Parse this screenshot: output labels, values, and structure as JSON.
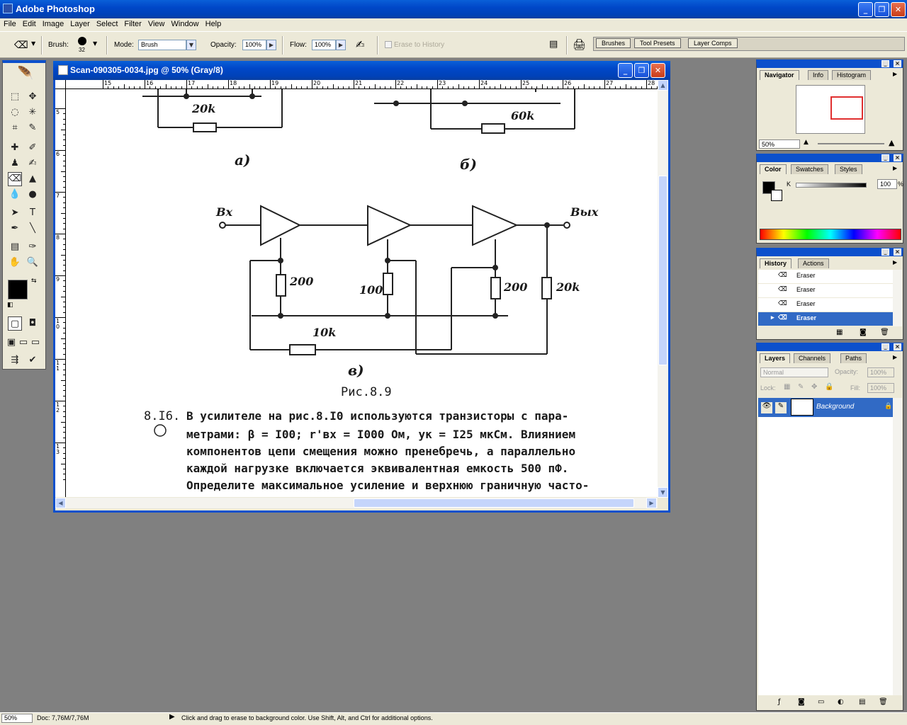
{
  "app": {
    "title": "Adobe Photoshop"
  },
  "menu": [
    "File",
    "Edit",
    "Image",
    "Layer",
    "Select",
    "Filter",
    "View",
    "Window",
    "Help"
  ],
  "options": {
    "brush_label": "Brush:",
    "brush_size": "32",
    "mode_label": "Mode:",
    "mode_value": "Brush",
    "opacity_label": "Opacity:",
    "opacity_value": "100%",
    "flow_label": "Flow:",
    "flow_value": "100%",
    "erase_history": "Erase to History",
    "well_tabs": [
      "Brushes",
      "Tool Presets",
      "Layer Comps"
    ]
  },
  "document": {
    "title": "Scan-090305-0034.jpg @ 50% (Gray/8)",
    "ruler_h": [
      "15",
      "16",
      "17",
      "18",
      "19",
      "20",
      "21",
      "22",
      "23",
      "24",
      "25",
      "26",
      "27",
      "28"
    ],
    "ruler_v": [
      "5",
      "6",
      "7",
      "8",
      "9",
      "1 0",
      "1 1",
      "1 2",
      "1 3"
    ],
    "page": {
      "res_a": "20k",
      "res_b": "60k",
      "label_a": "a)",
      "label_b": "б)",
      "in": "Вх",
      "out": "Вых",
      "r1": "200",
      "r2": "100",
      "r3": "200",
      "r4": "20k",
      "r5": "10k",
      "label_c": "в)",
      "caption": "Рис.8.9",
      "problem_num": "8.I6.",
      "line1": "В усилителе на рис.8.I0  используются транзисторы с пара-",
      "line2": "метрами: β = I00; r'вх = I000 Ом, yк = I25 мкСм. Влиянием",
      "line3": "компонентов цепи смещения можно пренебречь, а параллельно",
      "line4": "каждой нагрузке включается эквивалентная  емкость 500 пФ.",
      "line5": "Определите максимальное усиление и верхнюю граничную часто-"
    }
  },
  "navigator": {
    "tabs": [
      "Navigator",
      "Info",
      "Histogram"
    ],
    "zoom": "50%"
  },
  "color": {
    "tabs": [
      "Color",
      "Swatches",
      "Styles"
    ],
    "channel": "K",
    "value": "100",
    "unit": "%"
  },
  "history": {
    "tabs": [
      "History",
      "Actions"
    ],
    "items": [
      "Eraser",
      "Eraser",
      "Eraser",
      "Eraser"
    ]
  },
  "layers": {
    "tabs": [
      "Layers",
      "Channels",
      "Paths"
    ],
    "blend": "Normal",
    "opacity_label": "Opacity:",
    "opacity": "100%",
    "lock_label": "Lock:",
    "fill_label": "Fill:",
    "fill": "100%",
    "layer_name": "Background"
  },
  "status": {
    "zoom": "50%",
    "doc": "Doc: 7,76M/7,76M",
    "hint": "Click and drag to erase to background color.  Use Shift, Alt, and Ctrl for additional options."
  },
  "colors": {
    "titlebar": "#0047c8",
    "selection": "#316ac5",
    "chrome": "#ece9d8"
  }
}
